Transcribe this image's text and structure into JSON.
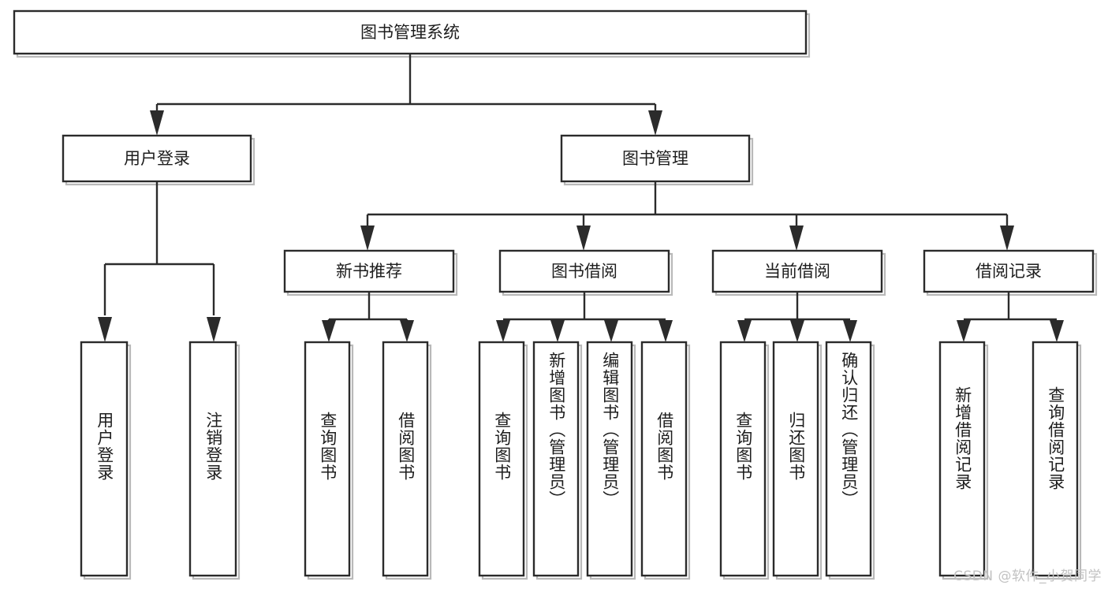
{
  "diagram": {
    "type": "tree-hierarchy-chart",
    "title_node": {
      "label": "图书管理系统"
    },
    "level1": [
      {
        "id": "user-login",
        "label": "用户登录"
      },
      {
        "id": "book-management",
        "label": "图书管理"
      }
    ],
    "level2": [
      {
        "id": "new-book-recommend",
        "label": "新书推荐",
        "parent": "book-management"
      },
      {
        "id": "book-borrow",
        "label": "图书借阅",
        "parent": "book-management"
      },
      {
        "id": "current-borrow",
        "label": "当前借阅",
        "parent": "book-management"
      },
      {
        "id": "borrow-record",
        "label": "借阅记录",
        "parent": "book-management"
      }
    ],
    "leaves": {
      "user-login": [
        {
          "id": "leaf-user-login",
          "label": "用户登录"
        },
        {
          "id": "leaf-logout-login",
          "label": "注销登录"
        }
      ],
      "new-book-recommend": [
        {
          "id": "leaf-query-book-1",
          "label": "查询图书"
        },
        {
          "id": "leaf-borrow-book-1",
          "label": "借阅图书"
        }
      ],
      "book-borrow": [
        {
          "id": "leaf-query-book-2",
          "label": "查询图书"
        },
        {
          "id": "leaf-add-book-admin",
          "label": "新增图书（管理员）"
        },
        {
          "id": "leaf-edit-book-admin",
          "label": "编辑图书（管理员）"
        },
        {
          "id": "leaf-borrow-book-2",
          "label": "借阅图书"
        }
      ],
      "current-borrow": [
        {
          "id": "leaf-query-book-3",
          "label": "查询图书"
        },
        {
          "id": "leaf-return-book",
          "label": "归还图书"
        },
        {
          "id": "leaf-confirm-return-admin",
          "label": "确认归还（管理员）"
        }
      ],
      "borrow-record": [
        {
          "id": "leaf-add-borrow-record",
          "label": "新增借阅记录"
        },
        {
          "id": "leaf-query-borrow-record",
          "label": "查询借阅记录"
        }
      ]
    }
  },
  "watermark": {
    "text": "CSDN @软件_小贺同学"
  },
  "colors": {
    "background": "#ffffff",
    "box_stroke": "#2b2b2b",
    "box_fill": "#ffffff",
    "box_shadow": "#b9b9b9",
    "text": "#1d1d1d",
    "watermark": "#c2c2c2"
  }
}
